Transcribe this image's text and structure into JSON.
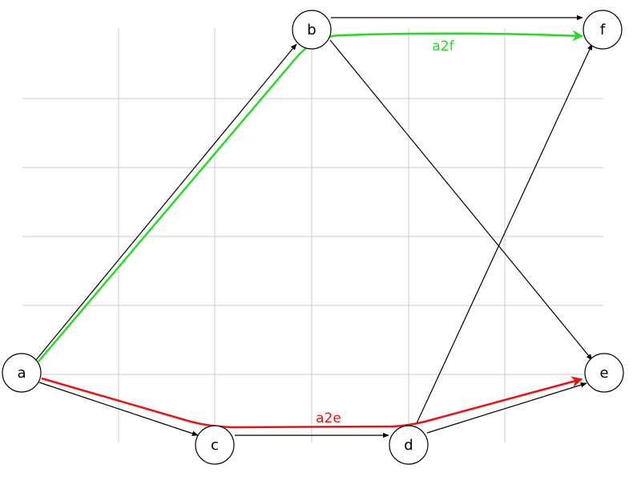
{
  "diagram": {
    "nodes": [
      {
        "id": "a",
        "label": "a"
      },
      {
        "id": "b",
        "label": "b"
      },
      {
        "id": "c",
        "label": "c"
      },
      {
        "id": "d",
        "label": "d"
      },
      {
        "id": "e",
        "label": "e"
      },
      {
        "id": "f",
        "label": "f"
      }
    ],
    "edges": [
      {
        "from": "a",
        "to": "b"
      },
      {
        "from": "a",
        "to": "c"
      },
      {
        "from": "b",
        "to": "f"
      },
      {
        "from": "b",
        "to": "e"
      },
      {
        "from": "c",
        "to": "d"
      },
      {
        "from": "d",
        "to": "e"
      },
      {
        "from": "d",
        "to": "f"
      }
    ],
    "highlighted_paths": [
      {
        "id": "a2f",
        "label": "a2f",
        "color": "#22dd22",
        "route": [
          "a",
          "b",
          "f"
        ]
      },
      {
        "id": "a2e",
        "label": "a2e",
        "color": "#ee1111",
        "route": [
          "a",
          "c",
          "d",
          "e"
        ]
      }
    ],
    "grid": true,
    "edge_color": "#000000",
    "grid_color": "#cccccc"
  }
}
